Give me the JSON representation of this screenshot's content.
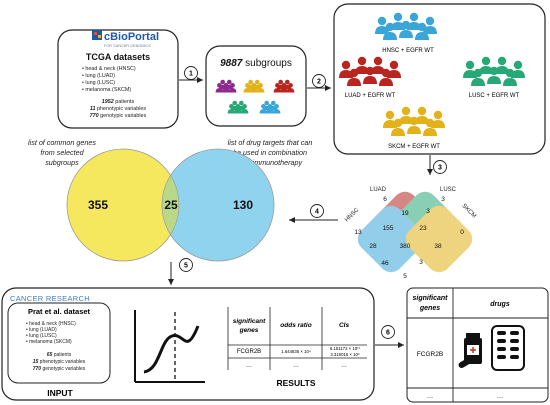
{
  "logo": {
    "name": "cBioPortal",
    "tagline": "FOR CANCER GENOMICS"
  },
  "tcga": {
    "title": "TCGA datasets",
    "bullets": [
      "head & neck (HNSC)",
      "lung (LUAD)",
      "lung (LUSC)",
      "melanoma (SKCM)"
    ],
    "patients_num": "1952",
    "patients_text": "patients",
    "pheno_num": "11",
    "pheno_text": "phenotypic variables",
    "geno_num": "770",
    "geno_text": "genotypic variables"
  },
  "subgroups": {
    "count": "9887",
    "label": "subgroups"
  },
  "populations": [
    "HNSC + EGFR WT",
    "LUAD + EGFR WT",
    "LUSC + EGFR WT",
    "SKCM + EGFR WT"
  ],
  "steps": [
    "1",
    "2",
    "3",
    "4",
    "5",
    "6"
  ],
  "venn": {
    "left_caption": [
      "list of common genes",
      "from selected",
      "subgroups"
    ],
    "right_caption": [
      "list of drug targets that can",
      "be used in combination",
      "with immunotherapy"
    ],
    "left": "355",
    "middle": "25",
    "right": "130"
  },
  "venn4": {
    "labels": [
      "LUAD",
      "LUSC",
      "HNSC",
      "SKCM"
    ],
    "values": [
      "6",
      "3",
      "19",
      "3",
      "13",
      "155",
      "23",
      "0",
      "28",
      "380",
      "38",
      "46",
      "3",
      "5"
    ]
  },
  "input": {
    "journal": "CANCER RESEARCH",
    "dataset": "Prat et al. dataset",
    "bullets": [
      "head & neck (HNSC)",
      "lung (LUAD)",
      "lung (LUSC)",
      "melanoma (SKCM)"
    ],
    "patients_num": "65",
    "patients_text": "patients",
    "pheno_num": "15",
    "pheno_text": "phenotypic variables",
    "geno_num": "770",
    "geno_text": "genotypic variables",
    "label": "INPUT"
  },
  "results": {
    "headers": [
      "significant genes",
      "odds ratio",
      "CIs"
    ],
    "gene": "FCGR2B",
    "odds": "1.644836 × 10⁴",
    "ci_low": "6.151172 × 10¹⁷",
    "ci_high": "3.319015 × 10⁶",
    "ellipsis": "…",
    "label": "RESULTS"
  },
  "drugs_table": {
    "headers": [
      "significant genes",
      "drugs"
    ],
    "gene": "FCGR2B",
    "ellipsis": "…"
  },
  "colors": {
    "hnsc": "#3aa6d8",
    "luad": "#b8261f",
    "lusc": "#29a877",
    "skcm": "#e3b21a",
    "venn_yellow": "#f5e75e",
    "venn_blue": "#8fd3ef",
    "venn_overlap": "#b9d88a",
    "purple": "#8e2a8f"
  }
}
